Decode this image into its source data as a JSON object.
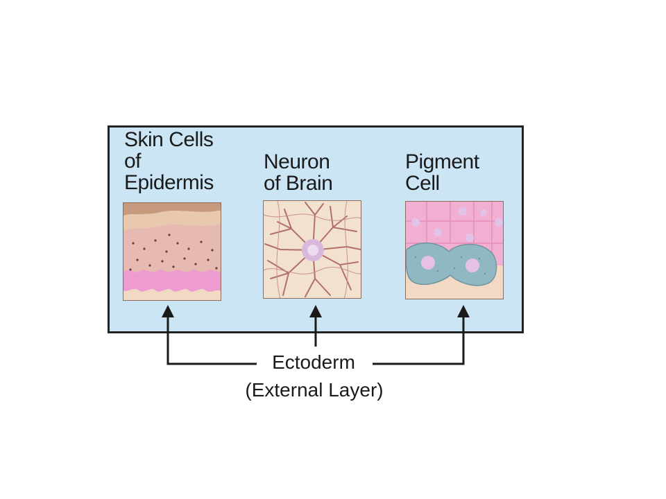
{
  "panels": [
    {
      "label": "Skin Cells\nof\nEpidermis",
      "picture": "skin-cells-illustration"
    },
    {
      "label": "Neuron\nof Brain",
      "picture": "neuron-illustration"
    },
    {
      "label": "Pigment\nCell",
      "picture": "pigment-cell-illustration"
    }
  ],
  "source": {
    "title": "Ectoderm",
    "subtitle": "(External Layer)"
  },
  "colors": {
    "panel_background": "#cbe5f5",
    "border": "#222222",
    "skin": "#e9c4b9",
    "pink_layer": "#ee9bcf",
    "neuron": "#b06f6a",
    "pigment_teal": "#8fb8c2"
  }
}
